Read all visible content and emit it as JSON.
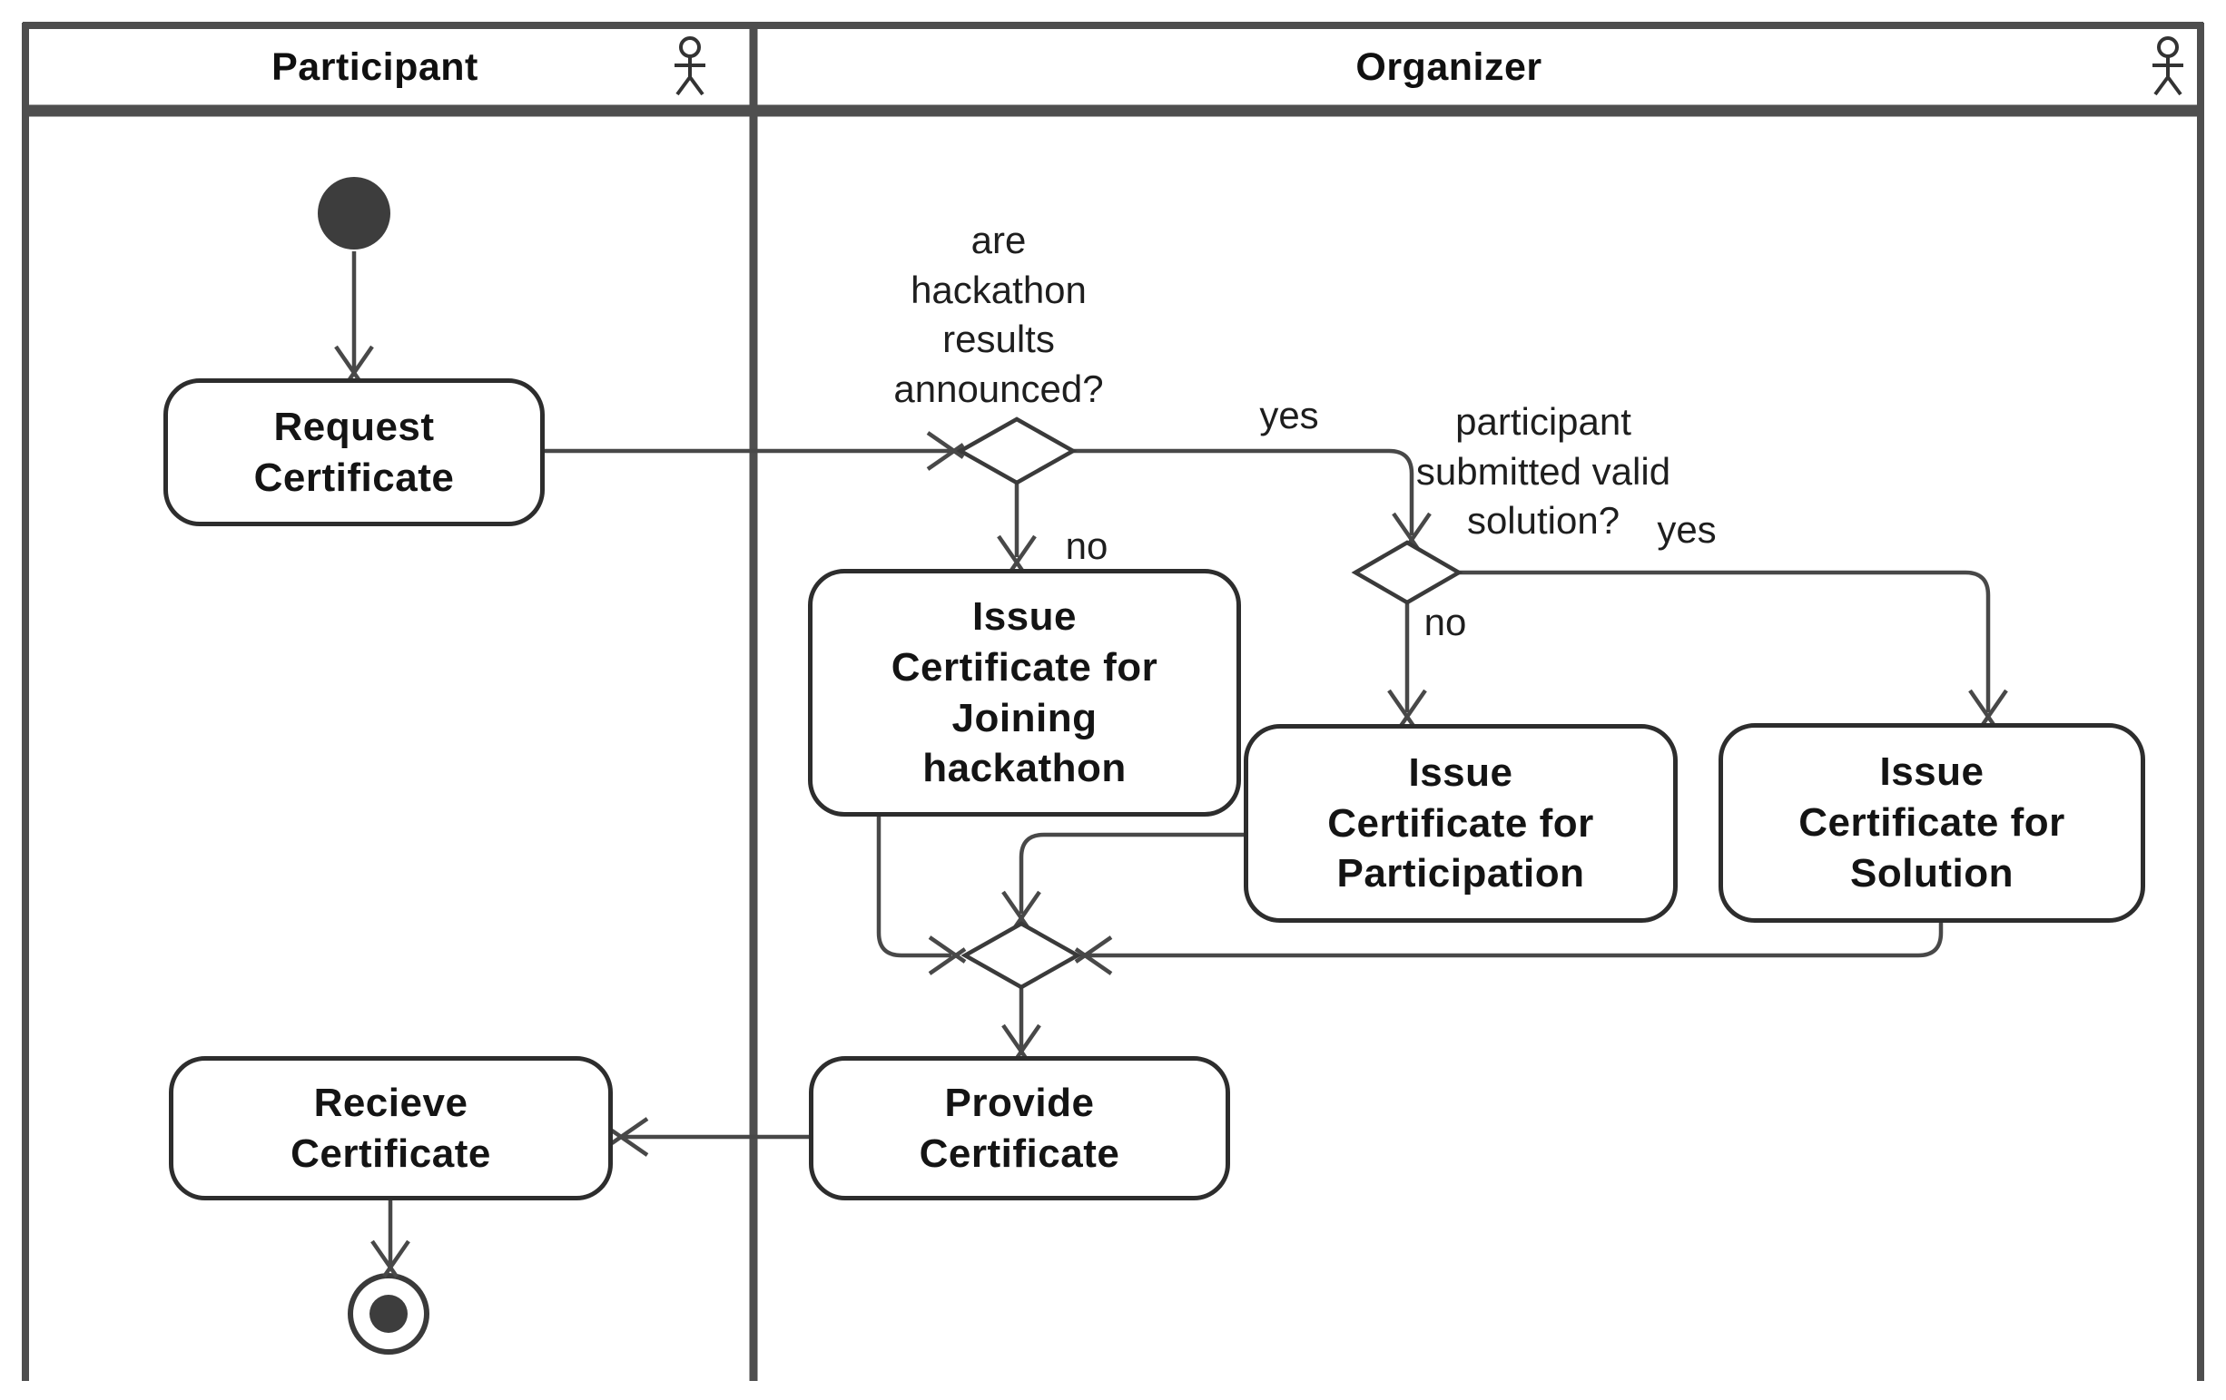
{
  "diagram": {
    "kind": "uml-activity-swimlane-diagram"
  },
  "lanes": {
    "participant": {
      "title": "Participant",
      "icon": "actor-icon"
    },
    "organizer": {
      "title": "Organizer",
      "icon": "actor-icon"
    }
  },
  "activities": {
    "request": "Request\nCertificate",
    "issue_joining": "Issue\nCertificate for\nJoining\nhackathon",
    "issue_participation": "Issue\nCertificate for\nParticipation",
    "issue_solution": "Issue\nCertificate for\nSolution",
    "provide": "Provide\nCertificate",
    "recieve": "Recieve\nCertificate"
  },
  "decisions": {
    "results_announced": "are\nhackathon\nresults\nannounced?",
    "valid_solution": "participant\nsubmitted valid\nsolution?"
  },
  "guards": {
    "announced_yes": "yes",
    "announced_no": "no",
    "solution_yes": "yes",
    "solution_no": "no"
  },
  "nodes": {
    "start": "initial-node",
    "end": "activity-final-node",
    "merge": "merge-node"
  },
  "colors": {
    "background": "#ffffff",
    "line": "#484848",
    "frame": "#4e4e4e",
    "box_border": "#2d2d2d",
    "text": "#1e1e1e",
    "node_fill": "#3d3d3d"
  }
}
